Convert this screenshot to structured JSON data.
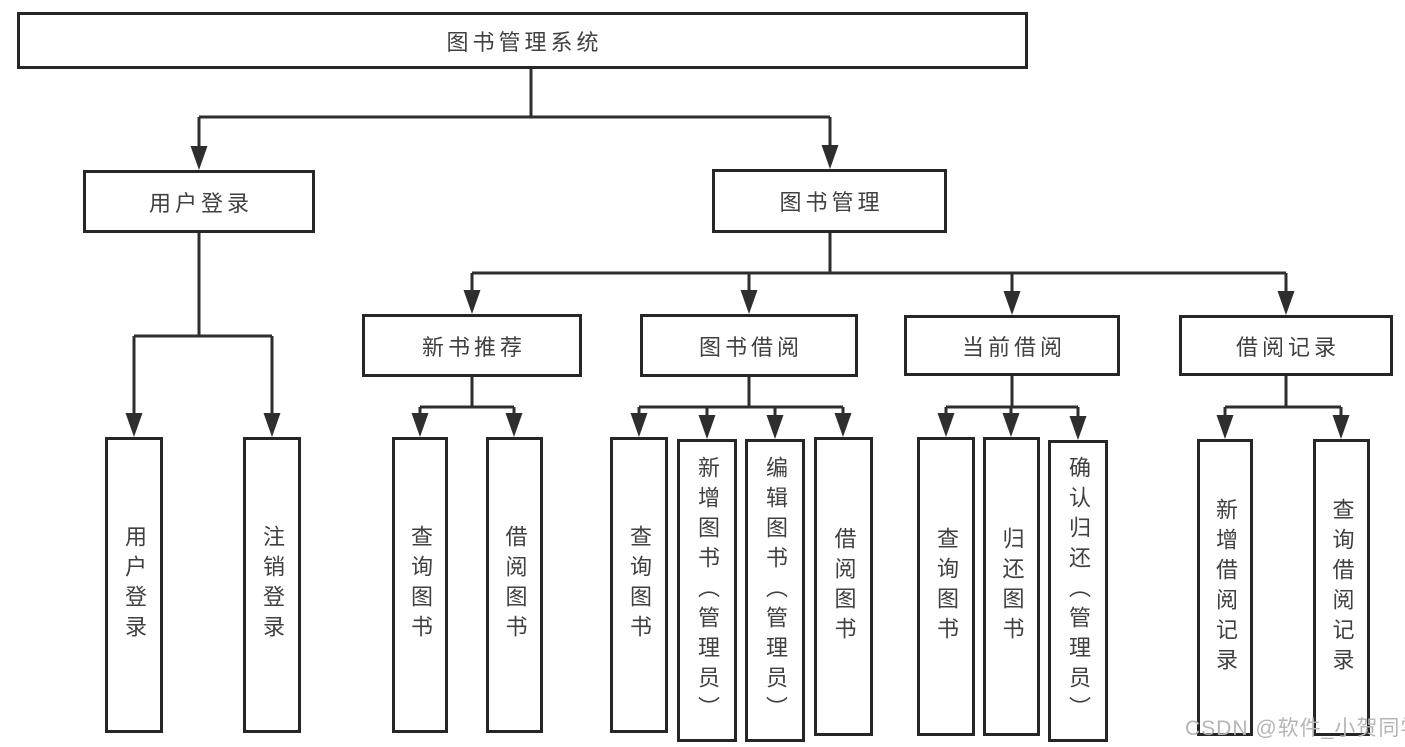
{
  "diagram": {
    "root": {
      "label": "图书管理系统"
    },
    "level2": [
      {
        "label": "用户登录",
        "children": [
          {
            "label": "用户登录"
          },
          {
            "label": "注销登录"
          }
        ]
      },
      {
        "label": "图书管理",
        "children": [
          {
            "label": "新书推荐",
            "children": [
              {
                "label": "查询图书"
              },
              {
                "label": "借阅图书"
              }
            ]
          },
          {
            "label": "图书借阅",
            "children": [
              {
                "label": "查询图书"
              },
              {
                "label": "新增图书（管理员）"
              },
              {
                "label": "编辑图书（管理员）"
              },
              {
                "label": "借阅图书"
              }
            ]
          },
          {
            "label": "当前借阅",
            "children": [
              {
                "label": "查询图书"
              },
              {
                "label": "归还图书"
              },
              {
                "label": "确认归还（管理员）"
              }
            ]
          },
          {
            "label": "借阅记录",
            "children": [
              {
                "label": "新增借阅记录"
              },
              {
                "label": "查询借阅记录"
              }
            ]
          }
        ]
      }
    ]
  },
  "watermark": {
    "text": "CSDN @软件_小贺同学"
  },
  "colors": {
    "line": "#2e2e2e",
    "border": "#262626",
    "text": "#404040",
    "wm": "#b5b5b5",
    "bg": "#ffffff"
  }
}
